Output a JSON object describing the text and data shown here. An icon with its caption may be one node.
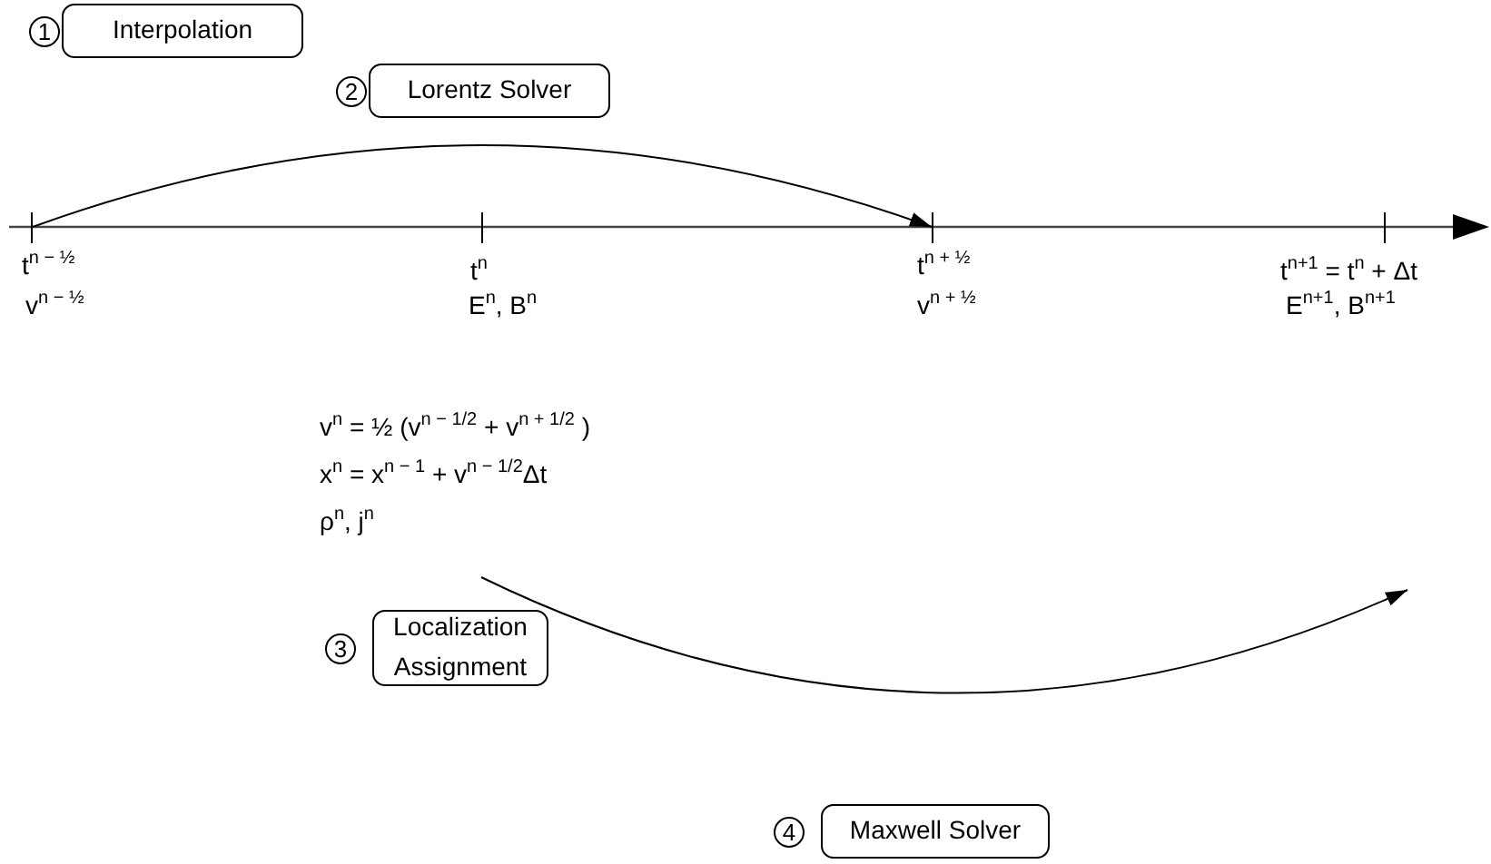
{
  "diagram": {
    "nodes": [
      {
        "text": [
          "Interpolation"
        ],
        "beside": [
          "1"
        ]
      },
      {
        "text": [
          "Lorentz Solver"
        ],
        "beside": [
          "2"
        ]
      },
      {
        "text": [
          "Localization Assignment"
        ],
        "beside": [
          "3"
        ]
      },
      {
        "text": [
          "Maxwell Solver"
        ],
        "beside": [
          "4"
        ]
      },
      {
        "text": [
          "v$^{n}$ = ½ (v$^{n − 1/2}$ + v$^{n + 1/2}$ )",
          "x$^{n}$ = x$^{n − 1}$ + v$^{n − 1/2}$Δt",
          "ρ$^{n}$, j$^{n}$"
        ]
      },
      {
        "text": [],
        "shape": "bar",
        "beside": [
          "t$^{n − ½}$",
          "v$^{n − ½}$"
        ]
      },
      {
        "text": [],
        "shape": "bar",
        "beside": [
          "t$^{n}$",
          "E$^{n}$, B$^{n}$"
        ]
      },
      {
        "text": [],
        "shape": "bar",
        "beside": [
          "t$^{n + ½}$",
          "v$^{n + ½}$"
        ]
      },
      {
        "text": [],
        "shape": "bar",
        "beside": [
          "t$^{n+1}$ = t$^{n}$ + Δt",
          "E$^{n+1}$, B$^{n+1}$"
        ]
      }
    ],
    "edges": [
      {
        "from": 5,
        "to": 7,
        "arrow": "to"
      },
      {
        "from": 4,
        "to": null,
        "arrow": "to"
      }
    ]
  }
}
